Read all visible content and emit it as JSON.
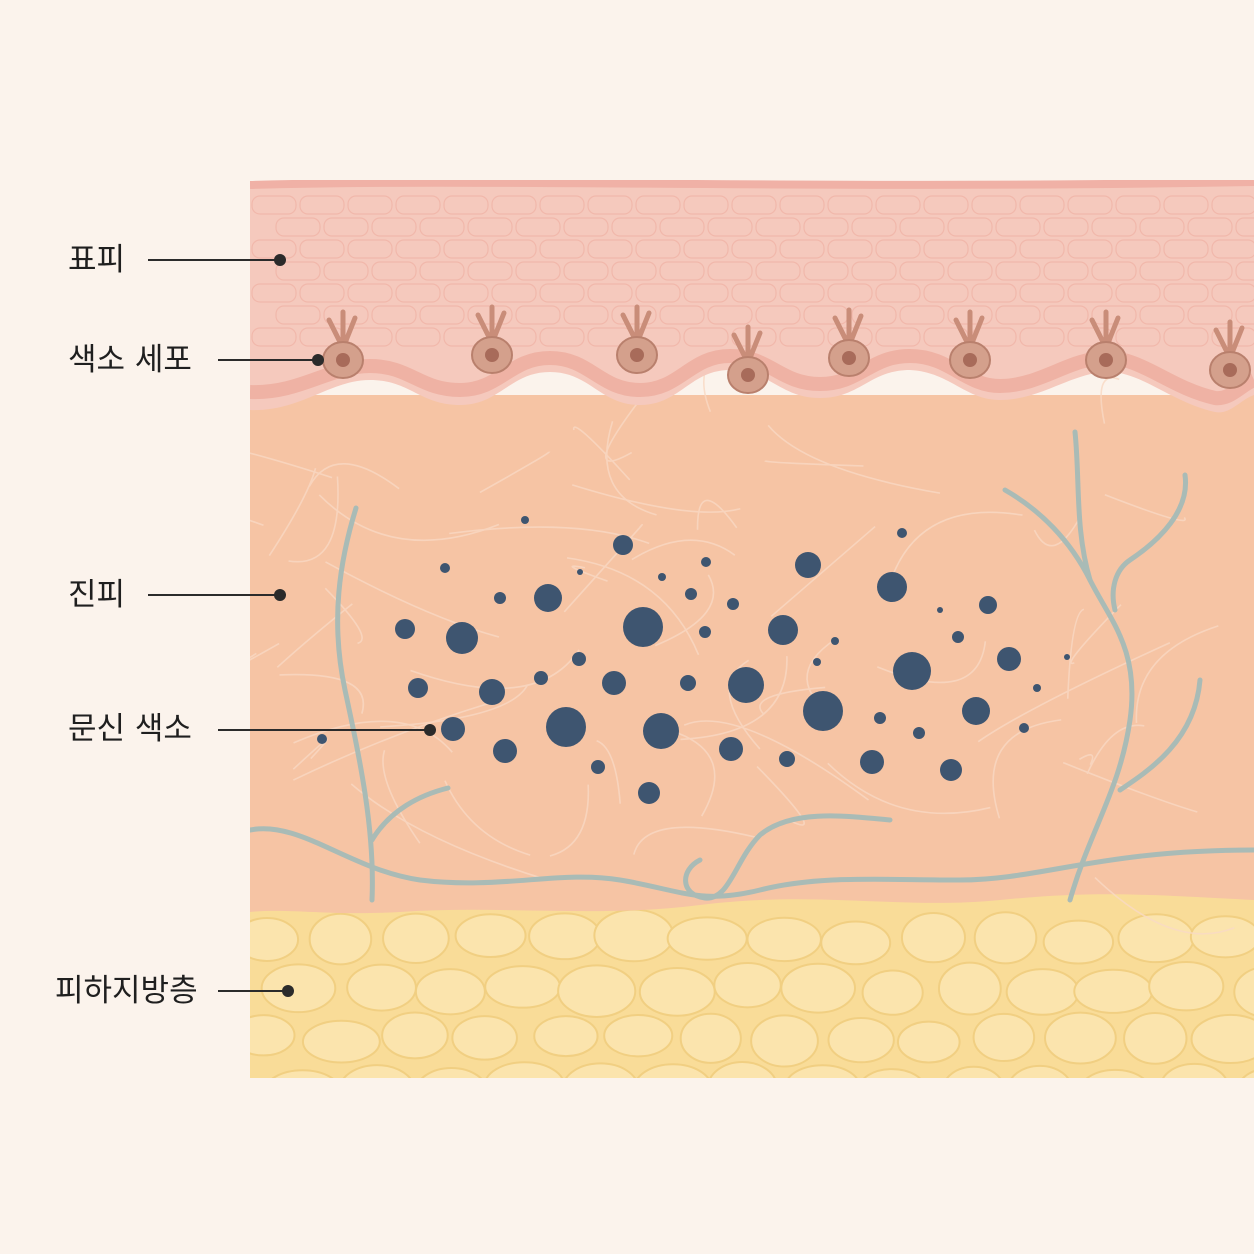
{
  "labels": {
    "epidermis": "표피",
    "melanocyte": "색소 세포",
    "dermis": "진피",
    "tattoo_pigment": "문신 색소",
    "subcutaneous_fat": "피하지방층"
  },
  "colors": {
    "background": "#fbf3ec",
    "epidermis": "#f5c9bd",
    "dermis": "#f6c4a4",
    "fat": "#f9dc98",
    "pigment": "#3e5570",
    "melanocyte": "#c98d79",
    "vessel": "#a9bbb6",
    "leader": "#2b2b2b"
  }
}
